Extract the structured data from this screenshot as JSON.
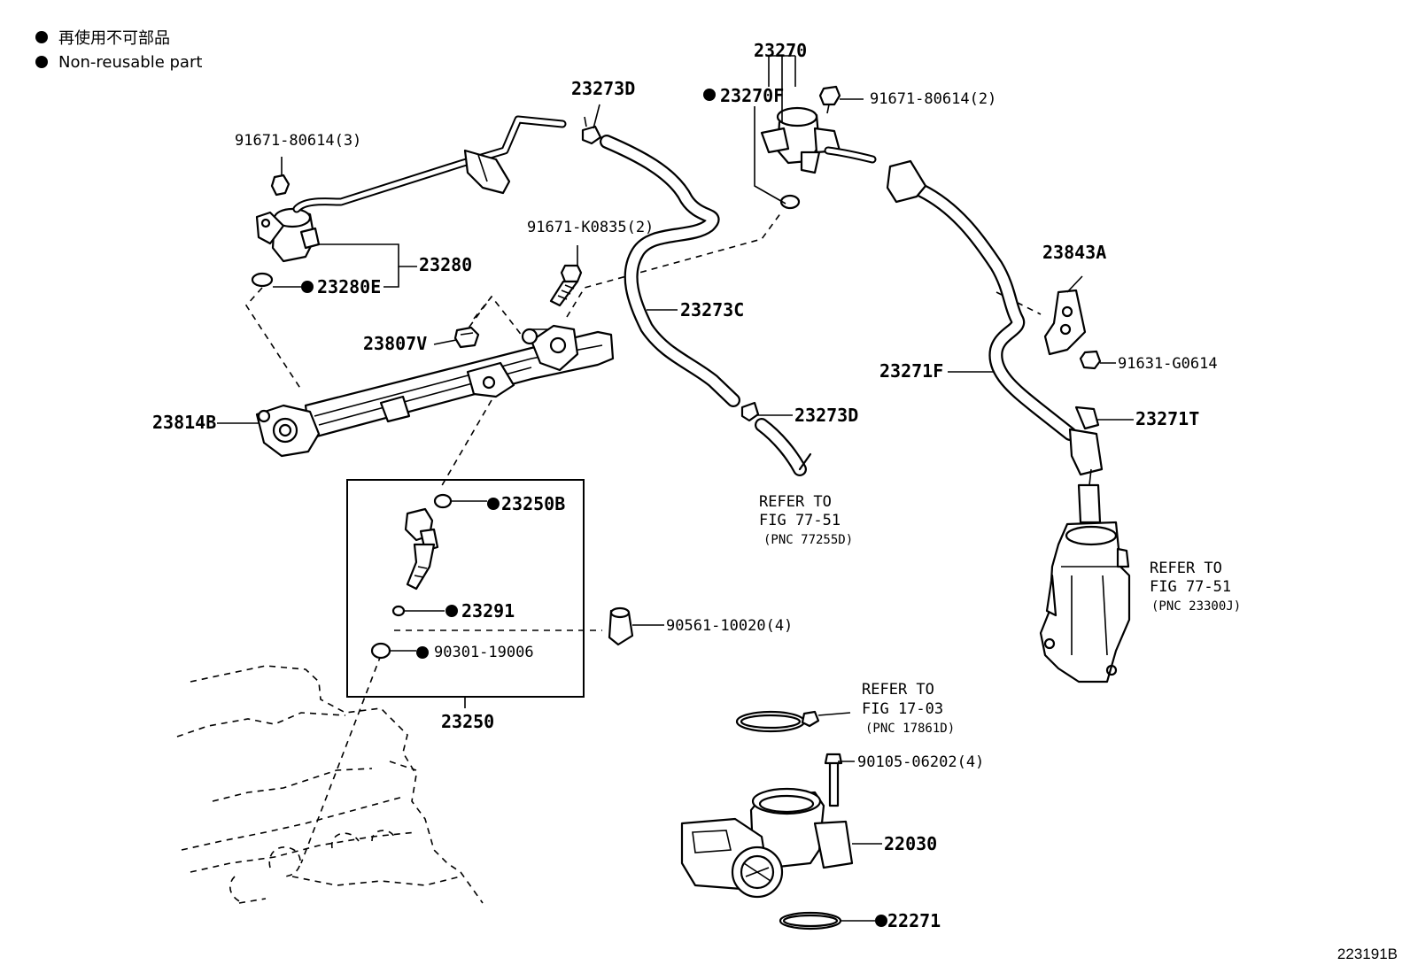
{
  "legend": {
    "jp_text": "再使用不可部品",
    "en_text": "Non-reusable part"
  },
  "labels": {
    "p23270": "23270",
    "p23270f": "23270F",
    "p23273d_top": "23273D",
    "p91671_80614_2": "91671-80614(2)",
    "p91671_80614_3": "91671-80614(3)",
    "p91671_k0835_2": "91671-K0835(2)",
    "p23280": "23280",
    "p23280e": "23280E",
    "p23807v": "23807V",
    "p23273c": "23273C",
    "p23843a": "23843A",
    "p91631_g0614": "91631-G0614",
    "p23271f": "23271F",
    "p23271t": "23271T",
    "p23814b": "23814B",
    "p23273d_bottom": "23273D",
    "p23250b": "23250B",
    "p23291": "23291",
    "p90561_10020_4": "90561-10020(4)",
    "p90301_19006": "90301-19006",
    "p23250": "23250",
    "p90105_06202_4": "90105-06202(4)",
    "p22030": "22030",
    "p22271": "22271"
  },
  "refers": {
    "r1": {
      "l1": "REFER TO",
      "l2": "FIG 77-51",
      "l3": "(PNC 77255D)"
    },
    "r2": {
      "l1": "REFER TO",
      "l2": "FIG 77-51",
      "l3": "(PNC 23300J)"
    },
    "r3": {
      "l1": "REFER TO",
      "l2": "FIG 17-03",
      "l3": "(PNC 17861D)"
    }
  },
  "figure_id": "223191B"
}
